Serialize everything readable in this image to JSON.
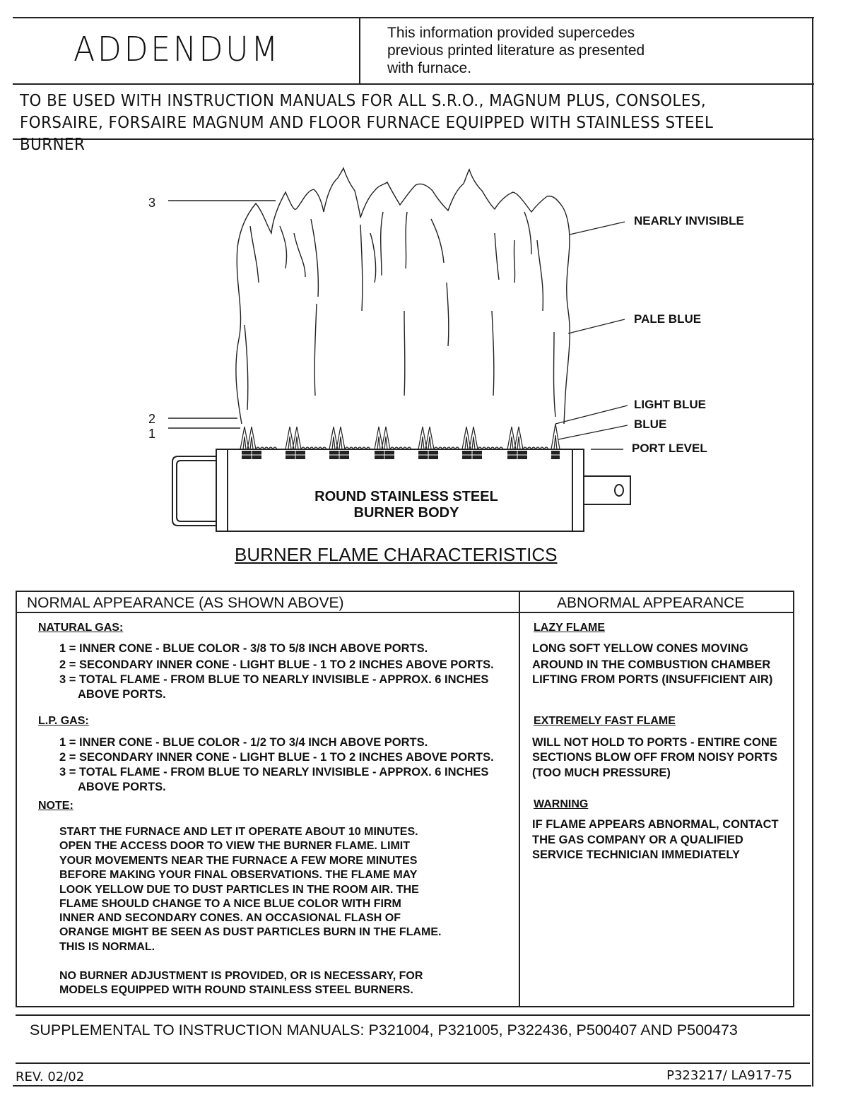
{
  "header": {
    "title": "ADDENDUM",
    "notice": "This information provided supercedes\nprevious printed literature as presented\nwith furnace."
  },
  "applies_to": "TO BE USED WITH INSTRUCTION MANUALS FOR ALL S.R.O., MAGNUM PLUS, CONSOLES, FORSAIRE, FORSAIRE MAGNUM AND FLOOR FURNACE EQUIPPED WITH STAINLESS STEEL BURNER",
  "diagram": {
    "callouts": {
      "n3": "3",
      "n2": "2",
      "n1": "1",
      "nearly_invisible": "NEARLY INVISIBLE",
      "pale_blue": "PALE BLUE",
      "light_blue": "LIGHT BLUE",
      "blue": "BLUE",
      "port_level": "PORT LEVEL"
    },
    "burner_label": "ROUND STAINLESS STEEL BURNER BODY",
    "title": "BURNER FLAME CHARACTERISTICS"
  },
  "table": {
    "normal_header": "NORMAL APPEARANCE (AS SHOWN ABOVE)",
    "abnormal_header": "ABNORMAL APPEARANCE",
    "natural_gas": {
      "heading": "NATURAL GAS:",
      "items": [
        "1 = INNER CONE - BLUE COLOR - 3/8 TO 5/8 INCH ABOVE PORTS.",
        "2 = SECONDARY INNER CONE - LIGHT BLUE - 1 TO 2 INCHES ABOVE PORTS.",
        "3 = TOTAL FLAME - FROM BLUE TO NEARLY INVISIBLE - APPROX. 6 INCHES",
        "ABOVE PORTS."
      ]
    },
    "lp_gas": {
      "heading": "L.P. GAS:",
      "items": [
        "1 = INNER CONE - BLUE COLOR - 1/2 TO 3/4 INCH ABOVE PORTS.",
        "2 = SECONDARY INNER CONE - LIGHT BLUE - 1 TO 2 INCHES ABOVE PORTS.",
        "3 = TOTAL FLAME - FROM BLUE TO NEARLY INVISIBLE - APPROX. 6 INCHES",
        "ABOVE PORTS."
      ]
    },
    "note": {
      "heading": "NOTE:",
      "lines": [
        "START THE FURNACE AND LET IT OPERATE ABOUT 10 MINUTES.",
        "OPEN THE ACCESS DOOR TO VIEW THE BURNER FLAME. LIMIT",
        "YOUR MOVEMENTS NEAR THE FURNACE A FEW MORE MINUTES",
        "BEFORE MAKING YOUR FINAL OBSERVATIONS. THE FLAME MAY",
        "LOOK YELLOW DUE TO  DUST PARTICLES IN THE ROOM AIR. THE",
        "FLAME SHOULD CHANGE TO A NICE BLUE COLOR WITH FIRM",
        "INNER AND SECONDARY CONES. AN OCCASIONAL FLASH OF",
        "ORANGE MIGHT BE SEEN AS DUST PARTICLES BURN IN THE FLAME.",
        "THIS IS NORMAL."
      ],
      "lines2": [
        "NO BURNER ADJUSTMENT IS PROVIDED, OR IS NECESSARY, FOR",
        "MODELS EQUIPPED WITH ROUND STAINLESS STEEL BURNERS."
      ]
    },
    "lazy_flame": {
      "heading": "LAZY FLAME",
      "lines": [
        "LONG SOFT YELLOW CONES MOVING",
        "AROUND IN THE COMBUSTION CHAMBER",
        "LIFTING FROM PORTS (INSUFFICIENT AIR)"
      ]
    },
    "fast_flame": {
      "heading": "EXTREMELY FAST FLAME",
      "lines": [
        "WILL NOT HOLD TO PORTS - ENTIRE CONE",
        "SECTIONS BLOW OFF FROM NOISY PORTS",
        "(TOO MUCH PRESSURE)"
      ]
    },
    "warning": {
      "heading": "WARNING",
      "lines": [
        "IF FLAME APPEARS ABNORMAL, CONTACT",
        "THE GAS COMPANY OR A QUALIFIED",
        "SERVICE TECHNICIAN IMMEDIATELY"
      ]
    }
  },
  "footer": {
    "supplemental": "SUPPLEMENTAL TO INSTRUCTION MANUALS: P321004, P321005, P322436, P500407 AND P500473",
    "revision": "REV. 02/02",
    "doc_number": "P323217/ LA917-75"
  }
}
